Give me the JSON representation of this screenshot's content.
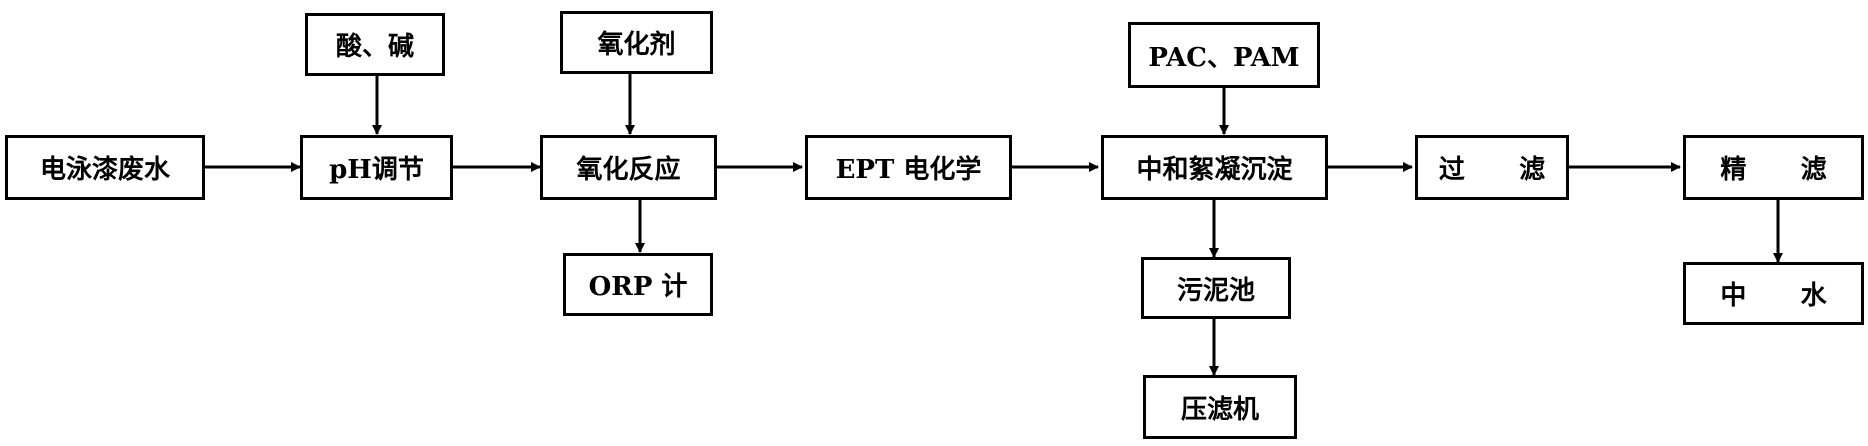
{
  "nodes": {
    "wastewater": "电泳漆废水",
    "acid_base": "酸、碱",
    "ph_adjust": "pH调节",
    "oxidant": "氧化剂",
    "oxidation": "氧化反应",
    "orp": "ORP 计",
    "ept": "EPT 电化学",
    "pac_pam": "PAC、PAM",
    "neutralize": "中和絮凝沉淀",
    "sludge_tank": "污泥池",
    "filter_press": "压滤机",
    "filtration": "过      滤",
    "fine_filtration": "精      滤",
    "reclaimed_water": "中      水"
  },
  "colors": {
    "stroke": "#000000",
    "background": "#ffffff"
  }
}
